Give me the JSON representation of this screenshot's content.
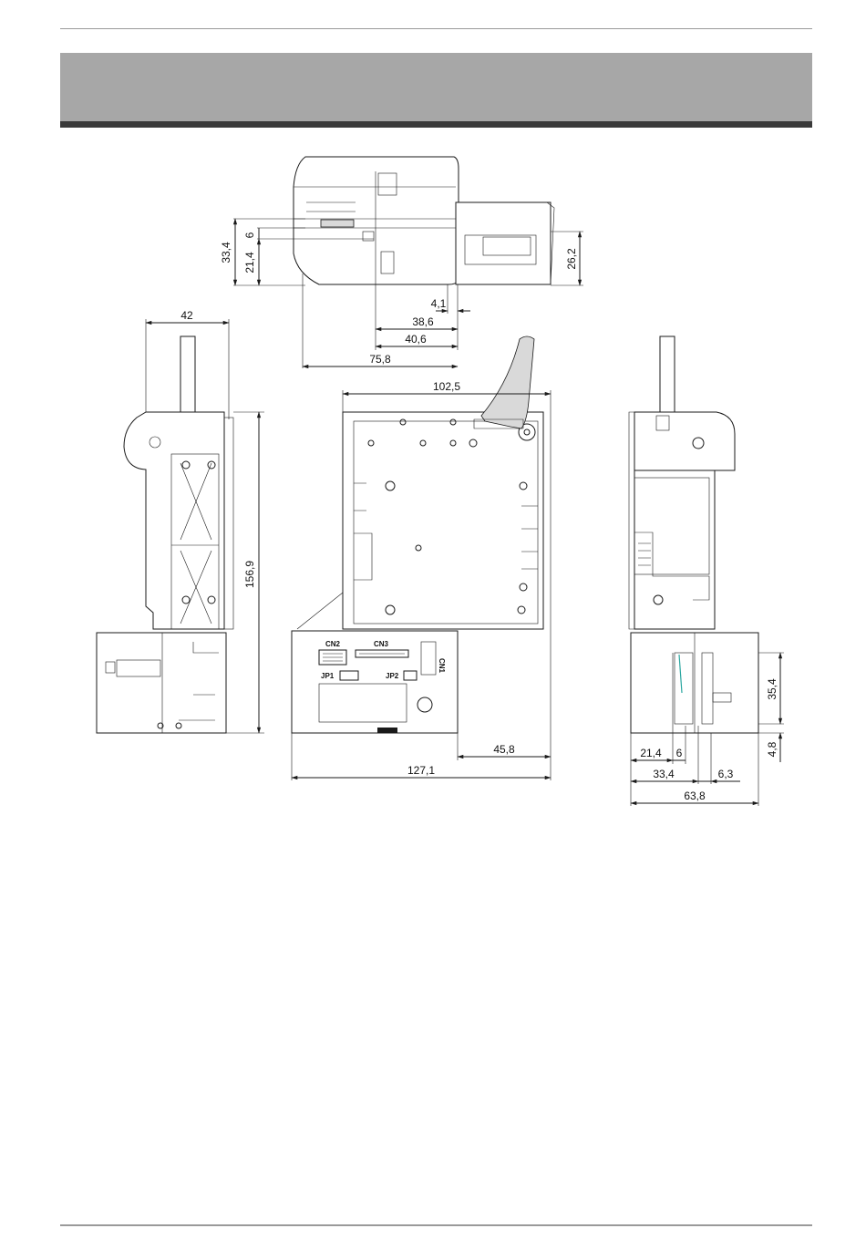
{
  "header": {
    "title": ""
  },
  "colors": {
    "banner": "#a7a7a7",
    "banner_bar": "#3a3a3a",
    "rule": "#9a9a9a",
    "line": "#1a1a1a"
  },
  "top_view": {
    "dims": {
      "d33_4": "33,4",
      "d21_4": "21,4",
      "d6": "6",
      "d26_2": "26,2",
      "d4_1": "4,1",
      "d38_6": "38,6",
      "d40_6": "40,6",
      "d75_8": "75,8"
    }
  },
  "left_view": {
    "dims": {
      "width": "42",
      "height": "156,9"
    }
  },
  "front_view": {
    "dims": {
      "top": "102,5",
      "right_part": "45,8",
      "total": "127,1"
    },
    "labels": {
      "cn1": "CN1",
      "cn2": "CN2",
      "cn3": "CN3",
      "jp1": "JP1",
      "jp2": "JP2"
    }
  },
  "right_view": {
    "dims": {
      "d35_4": "35,4",
      "d4_8": "4,8",
      "d21_4": "21,4",
      "d6": "6",
      "d33_4": "33,4",
      "d6_3": "6,3",
      "d63_8": "63,8"
    }
  }
}
